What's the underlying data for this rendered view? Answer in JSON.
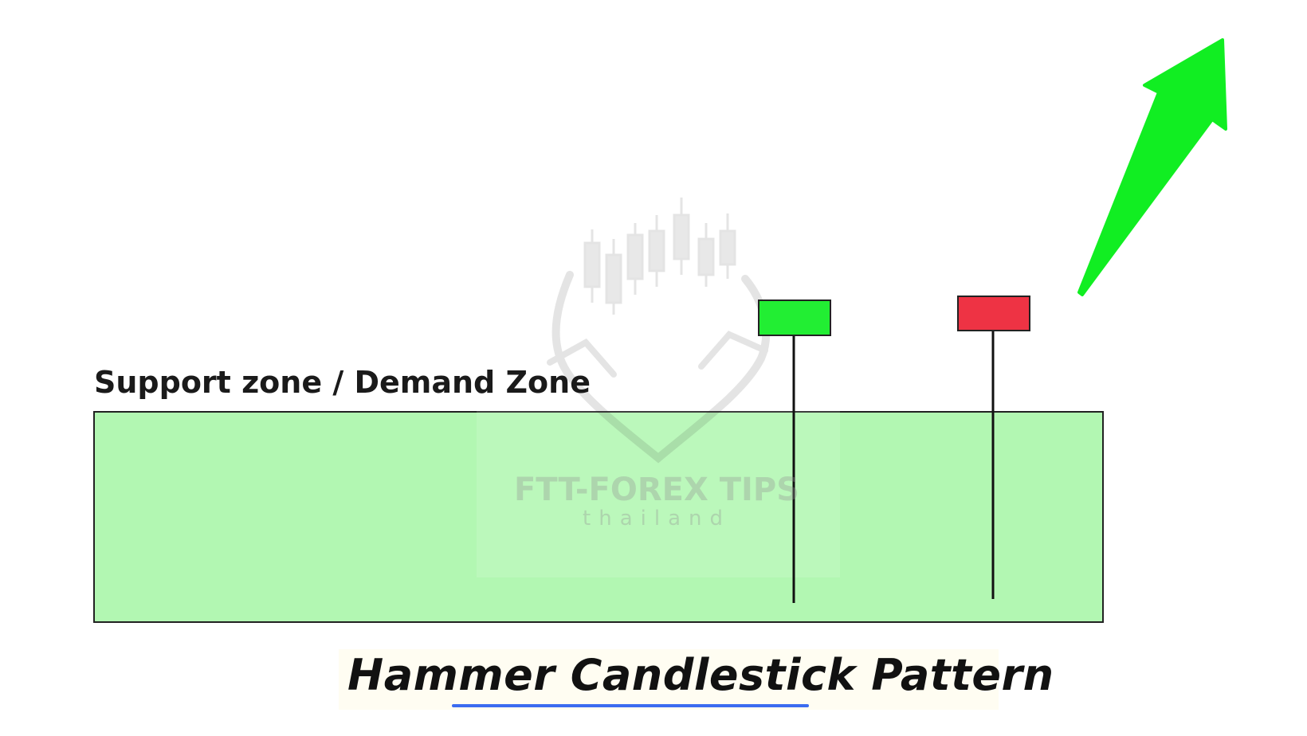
{
  "diagram": {
    "zone_label": "Support zone / Demand Zone",
    "title": "Hammer Candlestick Pattern",
    "candles": [
      {
        "name": "bullish-hammer",
        "color": "#22ee33"
      },
      {
        "name": "bearish-hammer",
        "color": "#ee3344"
      }
    ],
    "zone_color": "#b2f7b2",
    "arrow_color": "#11ee22"
  },
  "watermark": {
    "brand": "FTT-FOREX TIPS",
    "sub": "thailand"
  }
}
